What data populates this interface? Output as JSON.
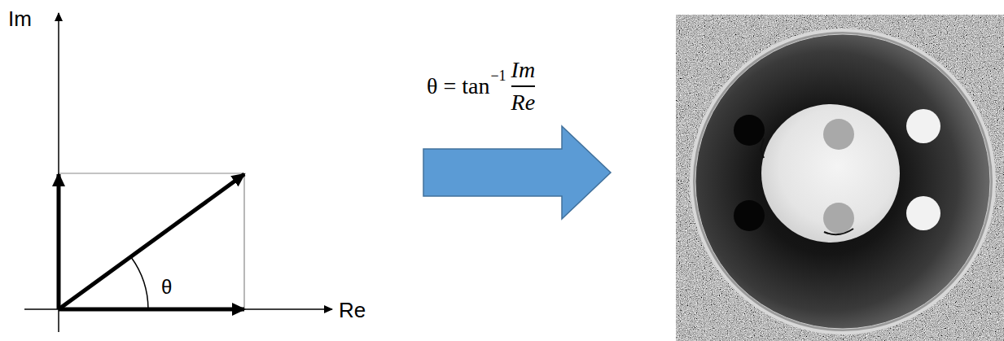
{
  "diagram": {
    "labels": [
      "Im",
      "Re",
      "θ",
      "θ = tan",
      "−1",
      "Im",
      "Re"
    ]
  }
}
